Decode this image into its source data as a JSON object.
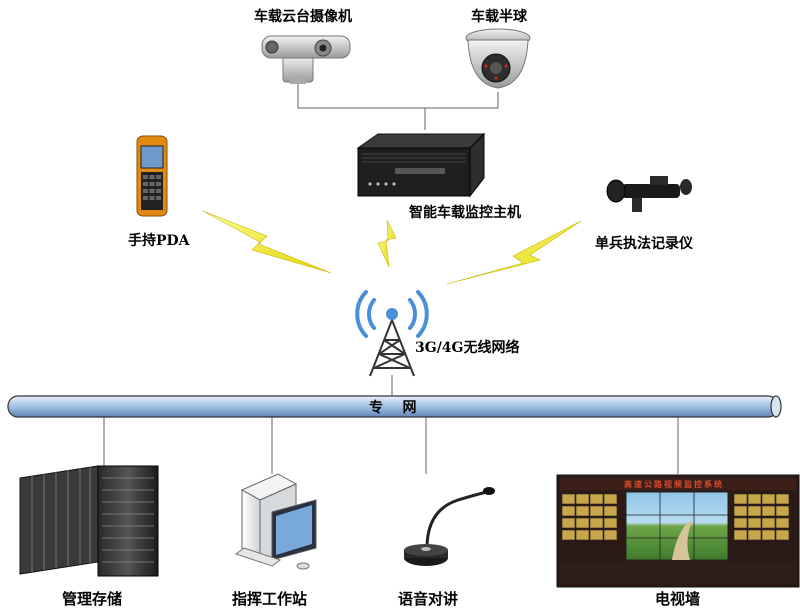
{
  "title": "",
  "nodes": {
    "ptz_camera": "车载云台摄像机",
    "dome_camera": "车载半球",
    "host": "智能车载监控主机",
    "pda": "手持PDA",
    "recorder": "单兵执法记录仪",
    "network": "3G/4G无线网络",
    "private_net": "专    网",
    "storage": "管理存储",
    "workstation": "指挥工作站",
    "intercom": "语音对讲",
    "videowall": "电视墙"
  },
  "videowall_banner": "高速公路视频监控系统"
}
